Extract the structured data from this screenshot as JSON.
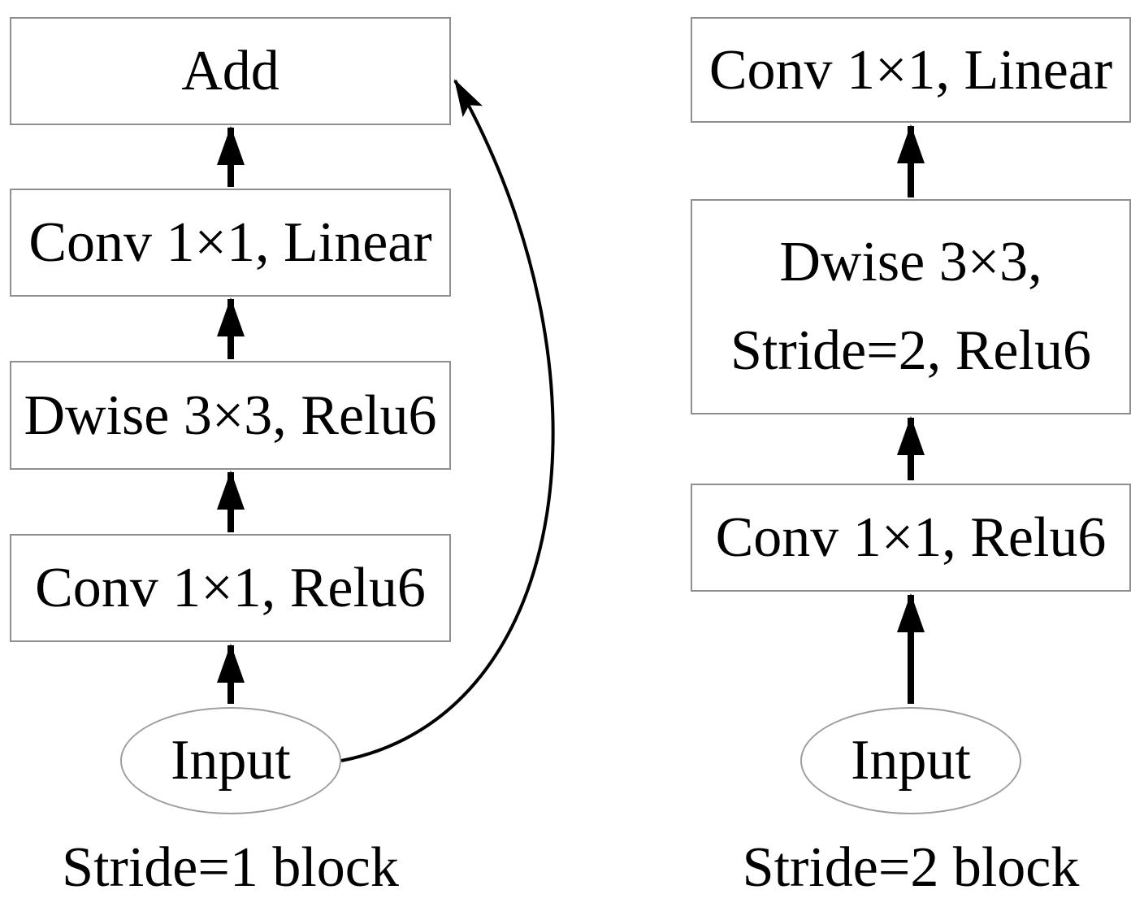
{
  "colors": {
    "background": "#ffffff",
    "line": "#000000",
    "text": "#000000",
    "box_border": "#8f8f8f",
    "ellipse_border": "#9e9e9e"
  },
  "left_block": {
    "caption": "Stride=1 block",
    "add_label": "Add",
    "conv_linear_label": "Conv 1×1, Linear",
    "dwise_label": "Dwise 3×3, Relu6",
    "conv_relu_label": "Conv 1×1, Relu6",
    "input_label": "Input"
  },
  "right_block": {
    "caption": "Stride=2 block",
    "conv_linear_label": "Conv 1×1, Linear",
    "dwise_label_line1": "Dwise 3×3,",
    "dwise_label_line2": "Stride=2, Relu6",
    "conv_relu_label": "Conv 1×1, Relu6",
    "input_label": "Input"
  }
}
